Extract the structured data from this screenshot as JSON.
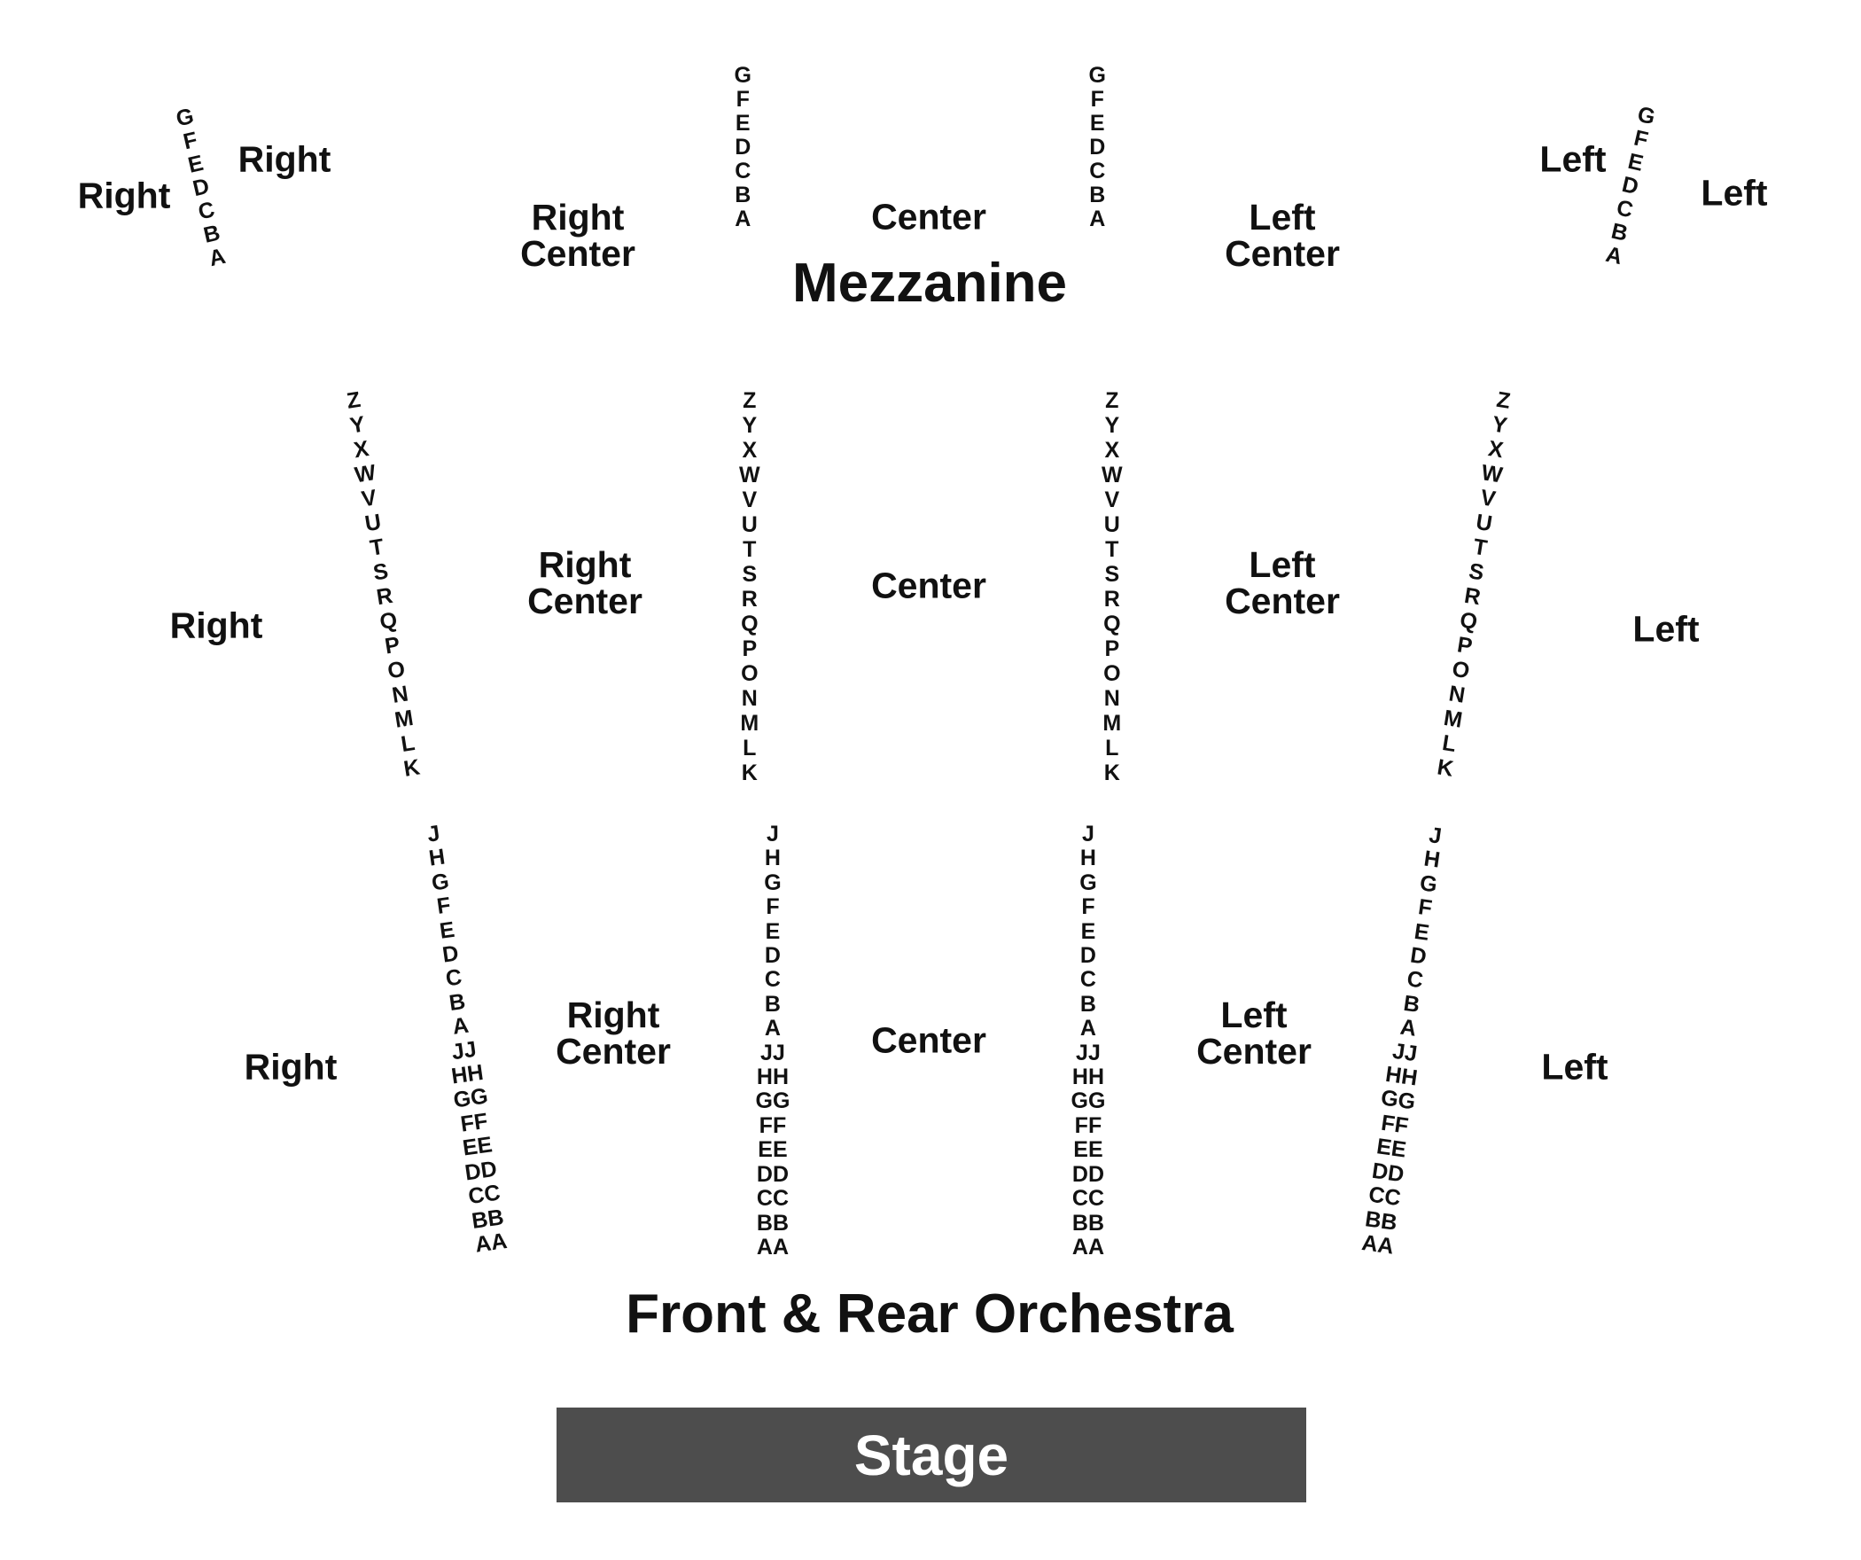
{
  "mezzanine": {
    "title": "Mezzanine",
    "sections": {
      "right_outer": "Right",
      "right_inner": "Right",
      "right_center": [
        "Right",
        "Center"
      ],
      "center": "Center",
      "left_center": [
        "Left",
        "Center"
      ],
      "left_inner": "Left",
      "left_outer": "Left"
    },
    "rows": [
      "G",
      "F",
      "E",
      "D",
      "C",
      "B",
      "A"
    ]
  },
  "rear_orchestra": {
    "sections": {
      "right": "Right",
      "right_center": [
        "Right",
        "Center"
      ],
      "center": "Center",
      "left_center": [
        "Left",
        "Center"
      ],
      "left": "Left"
    },
    "rows": [
      "Z",
      "Y",
      "X",
      "W",
      "V",
      "U",
      "T",
      "S",
      "R",
      "Q",
      "P",
      "O",
      "N",
      "M",
      "L",
      "K"
    ]
  },
  "front_orchestra": {
    "sections": {
      "right": "Right",
      "right_center": [
        "Right",
        "Center"
      ],
      "center": "Center",
      "left_center": [
        "Left",
        "Center"
      ],
      "left": "Left"
    },
    "rows": [
      "J",
      "H",
      "G",
      "F",
      "E",
      "D",
      "C",
      "B",
      "A",
      "JJ",
      "HH",
      "GG",
      "FF",
      "EE",
      "DD",
      "CC",
      "BB",
      "AA"
    ]
  },
  "orchestra_title": "Front & Rear Orchestra",
  "stage": {
    "label": "Stage",
    "color": "#4d4d4d"
  }
}
